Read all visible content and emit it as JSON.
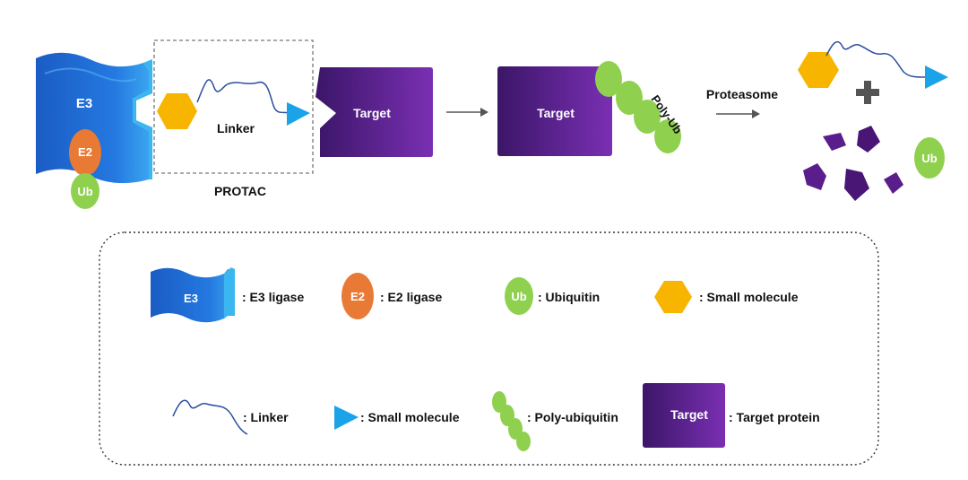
{
  "diagram": {
    "labels": {
      "e3": "E3",
      "e2": "E2",
      "ub": "Ub",
      "linker": "Linker",
      "protac": "PROTAC",
      "target": "Target",
      "poly_ub": "Poly-Ub",
      "proteasome": "Proteasome"
    },
    "legend": {
      "e3_icon": "E3",
      "e3_label": ": E3 ligase",
      "e2_icon": "E2",
      "e2_label": ": E2 ligase",
      "ub_icon": "Ub",
      "ub_label": ": Ubiquitin",
      "small_molecule_hex_label": ": Small molecule",
      "linker_label": ": Linker",
      "small_molecule_tri_label": ": Small molecule",
      "poly_ub_label": ": Poly-ubiquitin",
      "target_icon": "Target",
      "target_label": ": Target protein"
    },
    "colors": {
      "e3_blue": "#1f6fd6",
      "e3_light": "#39b8f0",
      "e2_orange": "#e87a35",
      "ub_green": "#8fd14f",
      "hexagon_yellow": "#f7b500",
      "triangle_blue": "#1ba3e8",
      "target_purple_dark": "#3b1668",
      "target_purple_light": "#7a2fb3",
      "linker_blue": "#2c4f9e",
      "arrow_gray": "#555555",
      "plus_gray": "#555555"
    }
  }
}
